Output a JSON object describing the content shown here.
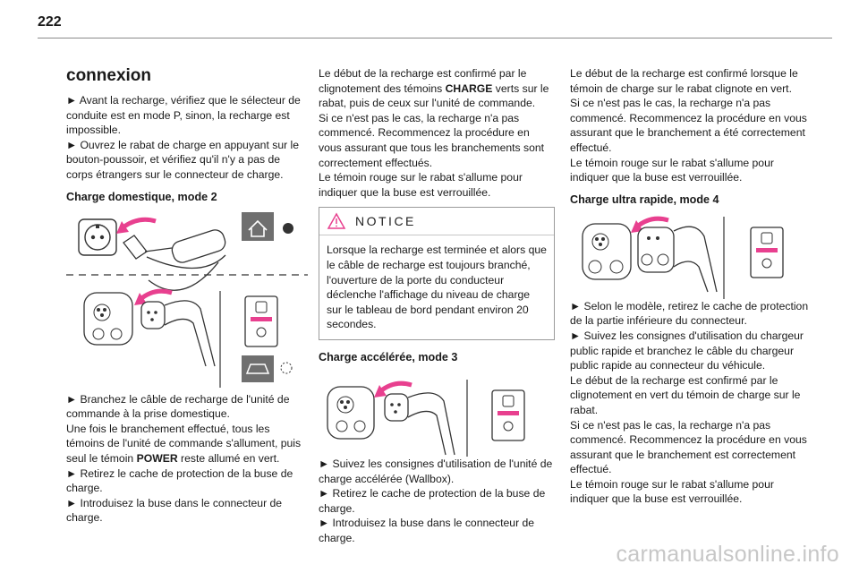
{
  "page_number": "222",
  "col1": {
    "heading": "connexion",
    "p1": "► Avant la recharge, vérifiez que le sélecteur de conduite est en mode P, sinon, la recharge est impossible.",
    "p2": "► Ouvrez le rabat de charge en appuyant sur le bouton-poussoir, et vérifiez qu'il n'y a pas de corps étrangers sur le connecteur de charge.",
    "sub1": "Charge domestique, mode 2",
    "p3": "► Branchez le câble de recharge de l'unité de commande à la prise domestique.",
    "p4a": "Une fois le branchement effectué, tous les témoins de l'unité de commande s'allument, puis seul le témoin ",
    "p4b": "POWER",
    "p4c": " reste allumé en vert.",
    "p5": "► Retirez le cache de protection de la buse de charge.",
    "p6": "► Introduisez la buse dans le connecteur de charge."
  },
  "col2": {
    "p1a": "Le début de la recharge est confirmé par le clignotement des témoins ",
    "p1b": "CHARGE",
    "p1c": " verts sur le rabat, puis de ceux sur l'unité de commande.",
    "p2": "Si ce n'est pas le cas, la recharge n'a pas commencé. Recommencez la procédure en vous assurant que tous les branchements sont correctement effectués.",
    "p3": "Le témoin rouge sur le rabat s'allume pour indiquer que la buse est verrouillée.",
    "notice_title": "NOTICE",
    "notice_text": "Lorsque la recharge est terminée et alors que le câble de recharge est toujours branché, l'ouverture de la porte du conducteur déclenche l'affichage du niveau de charge sur le tableau de bord pendant environ 20 secondes.",
    "sub1": "Charge accélérée, mode 3",
    "p4": "► Suivez les consignes d'utilisation de l'unité de charge accélérée (Wallbox).",
    "p5": "► Retirez le cache de protection de la buse de charge.",
    "p6": "► Introduisez la buse dans le connecteur de charge."
  },
  "col3": {
    "p1": "Le début de la recharge est confirmé lorsque le témoin de charge sur le rabat clignote en vert.",
    "p2": "Si ce n'est pas le cas, la recharge n'a pas commencé. Recommencez la procédure en vous assurant que le branchement a été correctement effectué.",
    "p3": "Le témoin rouge sur le rabat s'allume pour indiquer que la buse est verrouillée.",
    "sub1": "Charge ultra rapide, mode 4",
    "p4": "► Selon le modèle, retirez le cache de protection de la partie inférieure du connecteur.",
    "p5": "► Suivez les consignes d'utilisation du chargeur public rapide et branchez le câble du chargeur public rapide au connecteur du véhicule.",
    "p6": "Le début de la recharge est confirmé par le clignotement en vert du témoin de charge sur le rabat.",
    "p7": "Si ce n'est pas le cas, la recharge n'a pas commencé. Recommencez la procédure en vous assurant que le branchement est correctement effectué.",
    "p8": "Le témoin rouge sur le rabat s'allume pour indiquer que la buse est verrouillée."
  },
  "watermark": "carmanualsonline.info",
  "colors": {
    "arrow": "#e8408f",
    "icon_fill": "#6f6f6f",
    "rule": "#8a8a8a"
  }
}
